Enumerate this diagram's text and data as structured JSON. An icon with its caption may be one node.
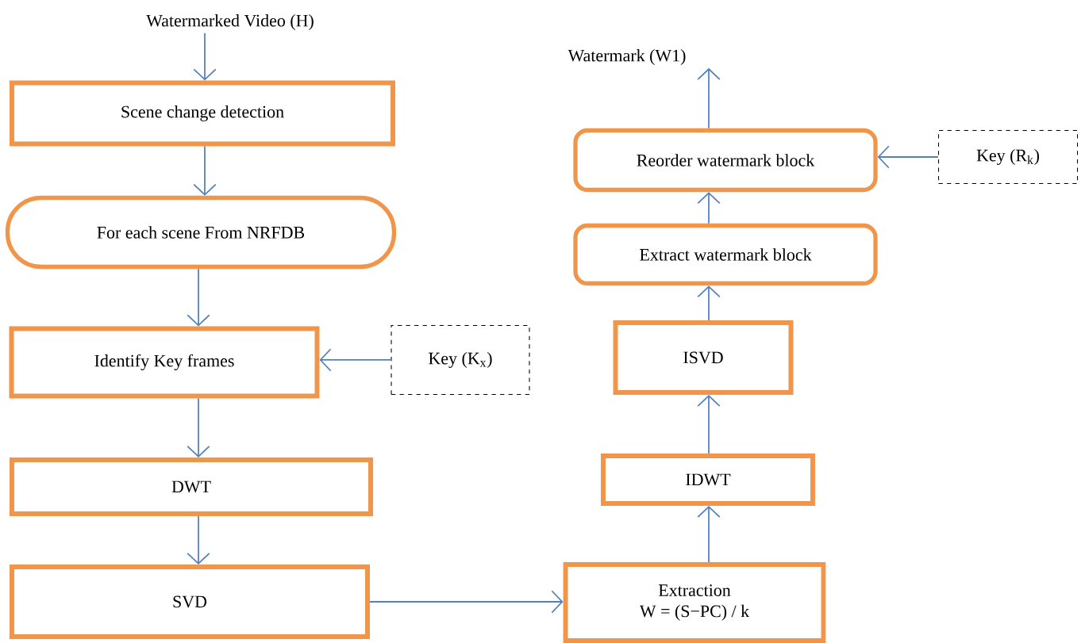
{
  "diagram": {
    "nodes": [
      {
        "text": [
          "Watermarked Video (H)"
        ]
      },
      {
        "text": [
          "Scene change detection"
        ]
      },
      {
        "text": [
          "For each scene From NRFDB"
        ]
      },
      {
        "text": [
          "Identify Key frames"
        ]
      },
      {
        "text": [
          "Key (K$_{x}$)"
        ]
      },
      {
        "text": [
          "DWT"
        ]
      },
      {
        "text": [
          "SVD"
        ]
      },
      {
        "text": [
          "Extraction",
          "W = (S−PC) / k"
        ]
      },
      {
        "text": [
          "IDWT"
        ]
      },
      {
        "text": [
          "ISVD"
        ]
      },
      {
        "text": [
          "Extract watermark block"
        ]
      },
      {
        "text": [
          "Reorder watermark block"
        ]
      },
      {
        "text": [
          "Key (R$_{k}$)"
        ]
      },
      {
        "text": [
          "Watermark (W1)"
        ]
      }
    ],
    "edges": [
      {
        "from": 0,
        "to": 1,
        "arrow": "to"
      },
      {
        "from": 1,
        "to": 2,
        "arrow": "to"
      },
      {
        "from": 2,
        "to": 3,
        "arrow": "to"
      },
      {
        "from": 4,
        "to": 3,
        "arrow": "to"
      },
      {
        "from": 3,
        "to": 5,
        "arrow": "to"
      },
      {
        "from": 5,
        "to": 6,
        "arrow": "to"
      },
      {
        "from": 6,
        "to": 7,
        "arrow": "to"
      },
      {
        "from": 7,
        "to": 8,
        "arrow": "to"
      },
      {
        "from": 8,
        "to": 9,
        "arrow": "to"
      },
      {
        "from": 9,
        "to": 10,
        "arrow": "to"
      },
      {
        "from": 10,
        "to": 11,
        "arrow": "to"
      },
      {
        "from": 12,
        "to": 11,
        "arrow": "to"
      },
      {
        "from": 11,
        "to": 13,
        "arrow": "to"
      }
    ]
  }
}
